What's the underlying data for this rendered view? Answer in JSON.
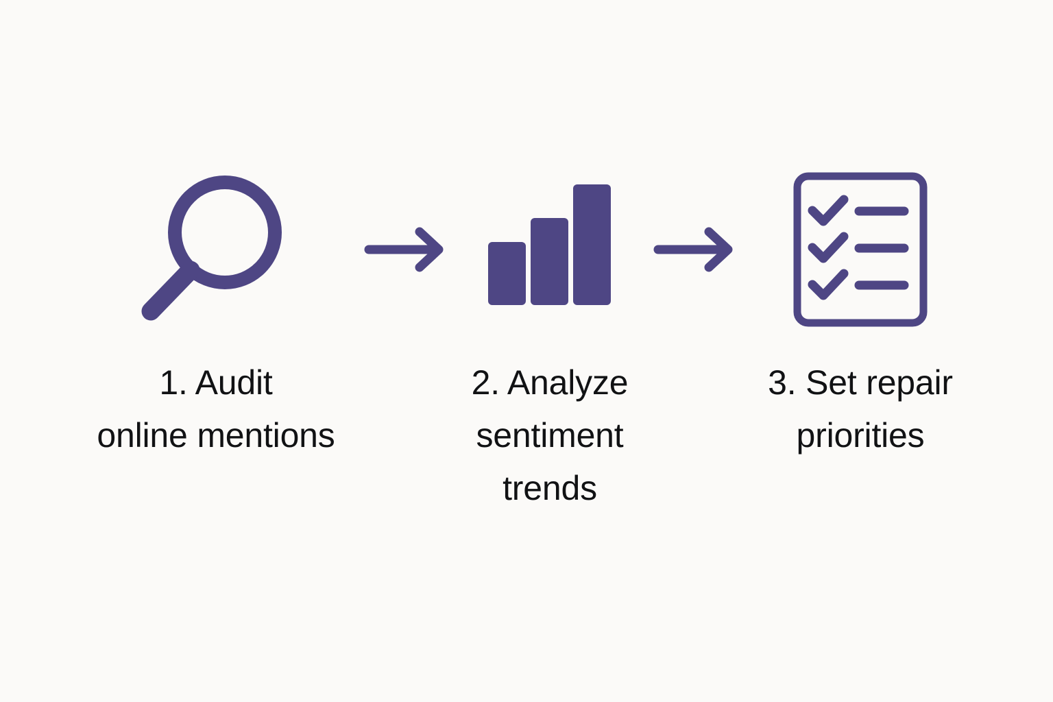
{
  "canvas": {
    "background_color": "#fbfaf8",
    "accent_color": "#4e4684",
    "text_color": "#111214"
  },
  "flow": {
    "steps": [
      {
        "number": "1",
        "icon": "magnifying-glass-icon",
        "caption": "1. Audit\nonline mentions",
        "caption_lines": [
          "1. Audit",
          "online mentions"
        ]
      },
      {
        "number": "2",
        "icon": "bar-chart-icon",
        "caption": "2. Analyze\nsentiment\ntrends",
        "caption_lines": [
          "2. Analyze",
          "sentiment",
          "trends"
        ]
      },
      {
        "number": "3",
        "icon": "checklist-document-icon",
        "caption": "3. Set repair\npriorities",
        "caption_lines": [
          "3. Set repair",
          "priorities"
        ]
      }
    ],
    "connectors": [
      {
        "icon": "arrow-right-icon"
      },
      {
        "icon": "arrow-right-icon"
      }
    ]
  }
}
